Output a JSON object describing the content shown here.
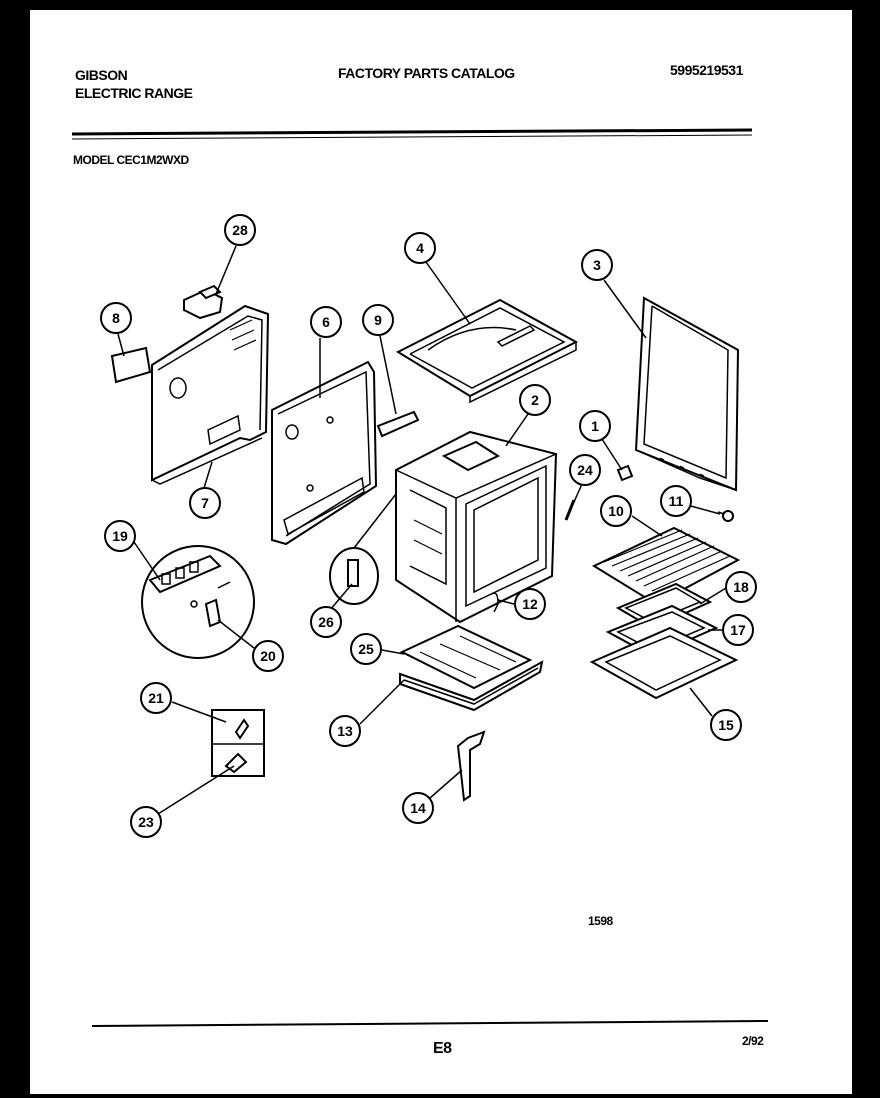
{
  "header": {
    "brand": "GIBSON",
    "product": "ELECTRIC RANGE",
    "catalog_title": "FACTORY PARTS CATALOG",
    "catalog_number": "5995219531",
    "model": "MODEL CEC1M2WXD"
  },
  "footer": {
    "drawing_code": "1598",
    "page_code": "E8",
    "date": "2/92"
  },
  "callouts": [
    {
      "id": "c28",
      "label": "28"
    },
    {
      "id": "c8",
      "label": "8"
    },
    {
      "id": "c6",
      "label": "6"
    },
    {
      "id": "c9",
      "label": "9"
    },
    {
      "id": "c4",
      "label": "4"
    },
    {
      "id": "c3",
      "label": "3"
    },
    {
      "id": "c2",
      "label": "2"
    },
    {
      "id": "c1",
      "label": "1"
    },
    {
      "id": "c24",
      "label": "24"
    },
    {
      "id": "c7",
      "label": "7"
    },
    {
      "id": "c11",
      "label": "11"
    },
    {
      "id": "c10",
      "label": "10"
    },
    {
      "id": "c19",
      "label": "19"
    },
    {
      "id": "c26",
      "label": "26"
    },
    {
      "id": "c12",
      "label": "12"
    },
    {
      "id": "c18",
      "label": "18"
    },
    {
      "id": "c17",
      "label": "17"
    },
    {
      "id": "c20",
      "label": "20"
    },
    {
      "id": "c25",
      "label": "25"
    },
    {
      "id": "c21",
      "label": "21"
    },
    {
      "id": "c13",
      "label": "13"
    },
    {
      "id": "c15",
      "label": "15"
    },
    {
      "id": "c23",
      "label": "23"
    },
    {
      "id": "c14",
      "label": "14"
    }
  ]
}
